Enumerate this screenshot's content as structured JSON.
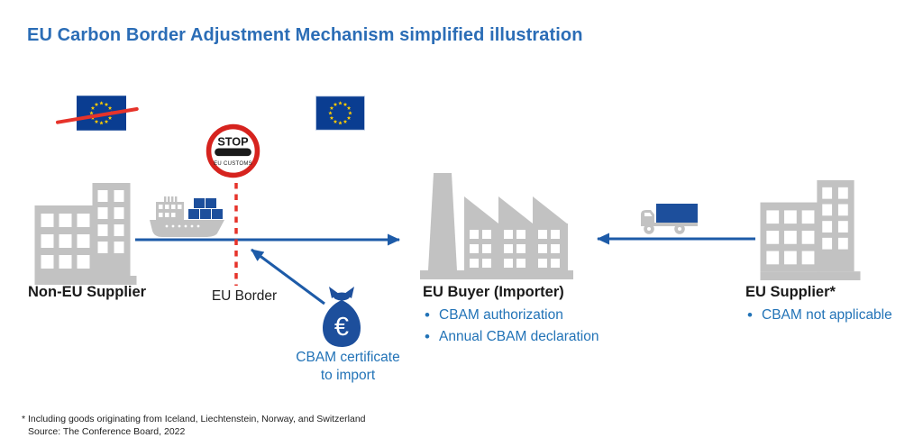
{
  "title": "EU Carbon Border Adjustment Mechanism simplified illustration",
  "stop_sign": {
    "stop": "STOP",
    "caption": "EU CUSTOMS"
  },
  "non_eu_supplier": {
    "label": "Non-EU Supplier"
  },
  "eu_border": {
    "label": "EU Border"
  },
  "certificate": {
    "currency": "€",
    "line1": "CBAM certificate",
    "line2": "to import"
  },
  "eu_buyer": {
    "label": "EU Buyer (Importer)",
    "bullets": [
      "CBAM authorization",
      "Annual CBAM declaration"
    ]
  },
  "eu_supplier": {
    "label": "EU Supplier*",
    "bullets": [
      "CBAM not applicable"
    ]
  },
  "footnote": {
    "line1": "* Including goods originating from Iceland, Liechtenstein, Norway, and Switzerland",
    "line2": "Source: The Conference Board, 2022"
  },
  "icons": {
    "non_eu_flag": "eu-flag-crossed-out",
    "eu_flag": "eu-flag",
    "stop_sign": "stop-sign-eu-customs",
    "non_eu_supplier": "office-buildings",
    "cargo_ship": "container-ship",
    "eu_buyer": "factory",
    "truck": "delivery-truck",
    "certificate": "money-bag-euro",
    "eu_supplier": "office-buildings"
  },
  "colors": {
    "title_blue": "#2B6DB6",
    "text_blue": "#2273B7",
    "arrow_blue": "#1D5BA8",
    "deep_blue": "#1D4F9C",
    "flag_blue": "#0A3D91",
    "star_yellow": "#FFCC00",
    "stop_red": "#D6231E",
    "border_red": "#E6332A",
    "icon_gray": "#C2C2C2"
  }
}
